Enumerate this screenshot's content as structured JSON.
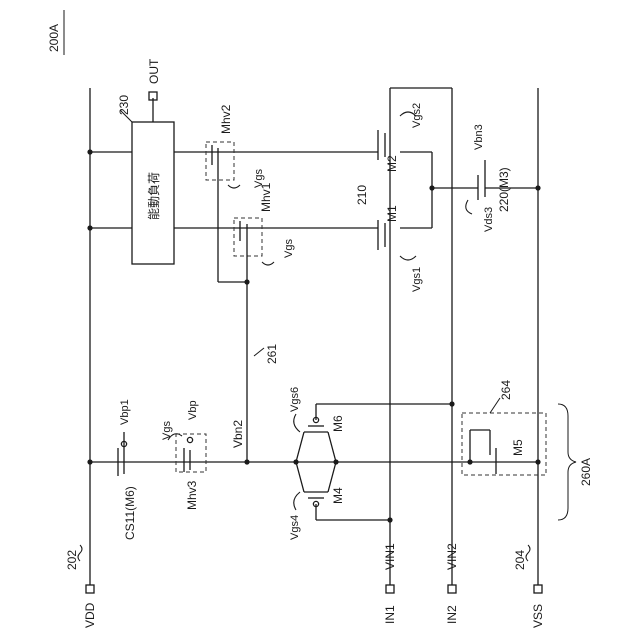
{
  "figure_id": "200A",
  "nodes": {
    "vdd_pin": "VDD",
    "in1_pin": "IN1",
    "in2_pin": "IN2",
    "vss_pin": "VSS",
    "vin1": "VIN1",
    "vin2": "VIN2",
    "out_pin": "OUT",
    "vbn2": "Vbn2"
  },
  "refs": {
    "r202": "202",
    "r204": "204",
    "r210": "210",
    "r220": "220(M3)",
    "r230": "230",
    "r261": "261",
    "r264": "264",
    "r260": "260A"
  },
  "active_load": "能動負荷",
  "transistors": {
    "m1": "M1",
    "m2": "M2",
    "m4": "M4",
    "m5": "M5",
    "m6": "M6",
    "cs11": "CS11(M6)",
    "mhv1": "Mhv1",
    "mhv2": "Mhv2",
    "mhv3": "Mhv3"
  },
  "biases": {
    "vbp1": "Vbp1",
    "vbp": "Vbp",
    "vbn3": "Vbn3"
  },
  "voltages": {
    "vgs": "Vgs",
    "vgs1": "Vgs1",
    "vgs2": "Vgs2",
    "vgs4": "Vgs4",
    "vgs6": "Vgs6",
    "vds3": "Vds3"
  }
}
